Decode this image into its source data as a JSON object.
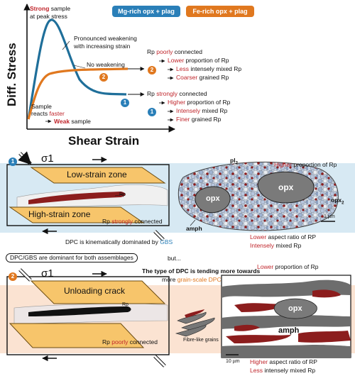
{
  "legend": {
    "mg_rich": "Mg-rich opx + plag",
    "fe_rich": "Fe-rich opx + plag",
    "mg_color": "#2a7fb8",
    "fe_color": "#e0781f",
    "accent_red": "#c0262c"
  },
  "graph": {
    "ylabel": "Diff. Stress",
    "xlabel": "Shear Strain",
    "strong_word": "Strong",
    "strong_rest": " sample",
    "peak_line": "at peak stress",
    "weakening_1": "Pronounced weakening",
    "weakening_2": "with increasing strain",
    "no_weakening": "No weakening",
    "reacts_1": "Sample",
    "reacts_2_a": "reacts ",
    "reacts_2_b": "faster",
    "weak_word": "Weak",
    "weak_rest": " sample",
    "badge_1": "1",
    "badge_2": "2"
  },
  "notes_fe": {
    "line1_a": "Rp ",
    "line1_b": "poorly",
    "line1_c": " connected",
    "line2_a": "Lower",
    "line2_b": " proportion of Rp",
    "line3_a": "Less",
    "line3_b": " intensely mixed Rp",
    "line4_a": "Coarser",
    "line4_b": " grained Rp"
  },
  "notes_mg": {
    "line1_a": "Rp ",
    "line1_b": "strongly",
    "line1_c": " connected",
    "line2_a": "Higher",
    "line2_b": " proportion of Rp",
    "line3_a": "Intensely",
    "line3_b": " mixed Rp",
    "line4_a": "Finer",
    "line4_b": " grained Rp"
  },
  "panel1": {
    "badge": "1",
    "sigma": "σ1",
    "low_strain": "Low-strain zone",
    "high_strain": "High-strain zone",
    "rp": "Rp",
    "conn_a": "Rp ",
    "conn_b": "strongly",
    "conn_c": " connected",
    "dpc_a": "DPC is kinematically dominated by ",
    "dpc_b": "GBS",
    "pl2": "pl",
    "pl2_sub": "2",
    "opx_big": "opx",
    "opx_small": "opx",
    "opx2": "opx",
    "opx2_sub": "2",
    "amph": "amph",
    "higher_a": "Higher",
    "higher_b": " proportion of Rp",
    "lower_a": "Lower",
    "lower_b": " aspect ratio of RP",
    "intensely_a": "Intensely",
    "intensely_b": " mixed Rp",
    "scale": "1 µm"
  },
  "panel2": {
    "banner": "DPC/GBS are dominant for both assemblages",
    "but": "but...",
    "badge": "2",
    "sigma": "σ1",
    "dpc_line1": "The type of DPC is tending more towards",
    "dpc_line2_a": "more ",
    "dpc_line2_b": "grain-scale DPC",
    "unloading": "Unloading crack",
    "rp": "Rp",
    "conn_a": "Rp ",
    "conn_b": "poorly",
    "conn_c": " connected",
    "fibre": "Fibre-like grains",
    "lower_a": "Lower",
    "lower_b": " proportion of Rp",
    "opx": "opx",
    "amph": "amph",
    "higher_a": "Higher",
    "higher_b": " aspect ratio of RP",
    "less_a": "Less",
    "less_b": " intensely mixed Rp",
    "scale": "10 µm"
  }
}
